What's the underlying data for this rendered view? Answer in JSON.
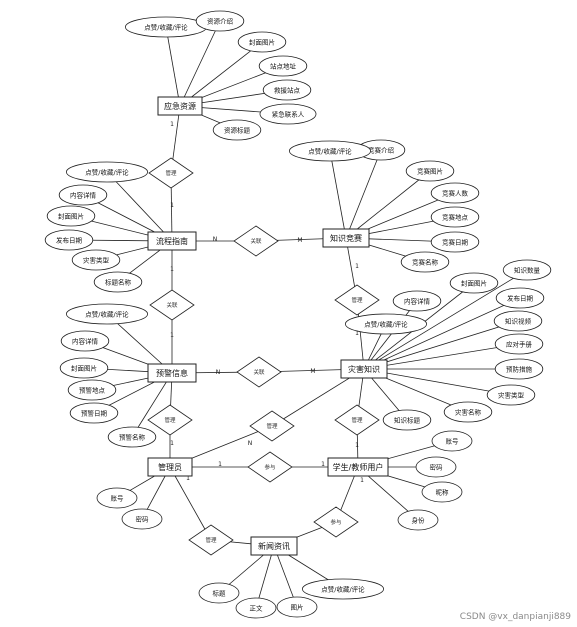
{
  "entities": [
    {
      "id": "yjzy",
      "label": "应急资源",
      "attrs": [
        "点赞/收藏/评论",
        "资源介绍",
        "封面图片",
        "站点地址",
        "救援站点",
        "紧急联系人",
        "资源标题"
      ]
    },
    {
      "id": "lczn",
      "label": "流程指南",
      "attrs": [
        "点赞/收藏/评论",
        "内容详情",
        "封面图片",
        "发布日期",
        "灾害类型",
        "标题名称"
      ]
    },
    {
      "id": "zsjy",
      "label": "知识竞赛",
      "attrs": [
        "竞赛介绍",
        "点赞/收藏/评论",
        "竞赛图片",
        "竞赛人数",
        "竞赛地点",
        "竞赛日期",
        "竞赛名称"
      ]
    },
    {
      "id": "yjxx",
      "label": "预警信息",
      "attrs": [
        "点赞/收藏/评论",
        "内容详情",
        "封面图片",
        "预警地点",
        "预警日期",
        "预警名称"
      ]
    },
    {
      "id": "zhzs",
      "label": "灾害知识",
      "attrs": [
        "封面图片",
        "知识数量",
        "内容详情",
        "发布日期",
        "点赞/收藏/评论",
        "知识视频",
        "应对手册",
        "预防措施",
        "灾害类型",
        "知识标题",
        "灾害名称"
      ]
    },
    {
      "id": "gly",
      "label": "管理员",
      "attrs": [
        "账号",
        "密码"
      ]
    },
    {
      "id": "yh",
      "label": "学生/教师用户",
      "attrs": [
        "账号",
        "密码",
        "昵称",
        "身份"
      ]
    },
    {
      "id": "xwzx",
      "label": "新闻资讯",
      "attrs": [
        "标题",
        "正文",
        "图片",
        "点赞/收藏/评论"
      ]
    }
  ],
  "relations": [
    {
      "id": "r1",
      "label": "管理"
    },
    {
      "id": "r2",
      "label": "关联"
    },
    {
      "id": "r3",
      "label": "关联"
    },
    {
      "id": "r4",
      "label": "管理"
    },
    {
      "id": "r5",
      "label": "关联"
    },
    {
      "id": "r6",
      "label": "管理"
    },
    {
      "id": "r7",
      "label": "管理"
    },
    {
      "id": "r8",
      "label": "管理"
    },
    {
      "id": "r9",
      "label": "参与"
    },
    {
      "id": "r10",
      "label": "管理"
    },
    {
      "id": "r11",
      "label": "参与"
    }
  ],
  "cards": {
    "one": "1",
    "many": "N",
    "many2": "M"
  },
  "watermark": "CSDN @vx_danpianji889"
}
